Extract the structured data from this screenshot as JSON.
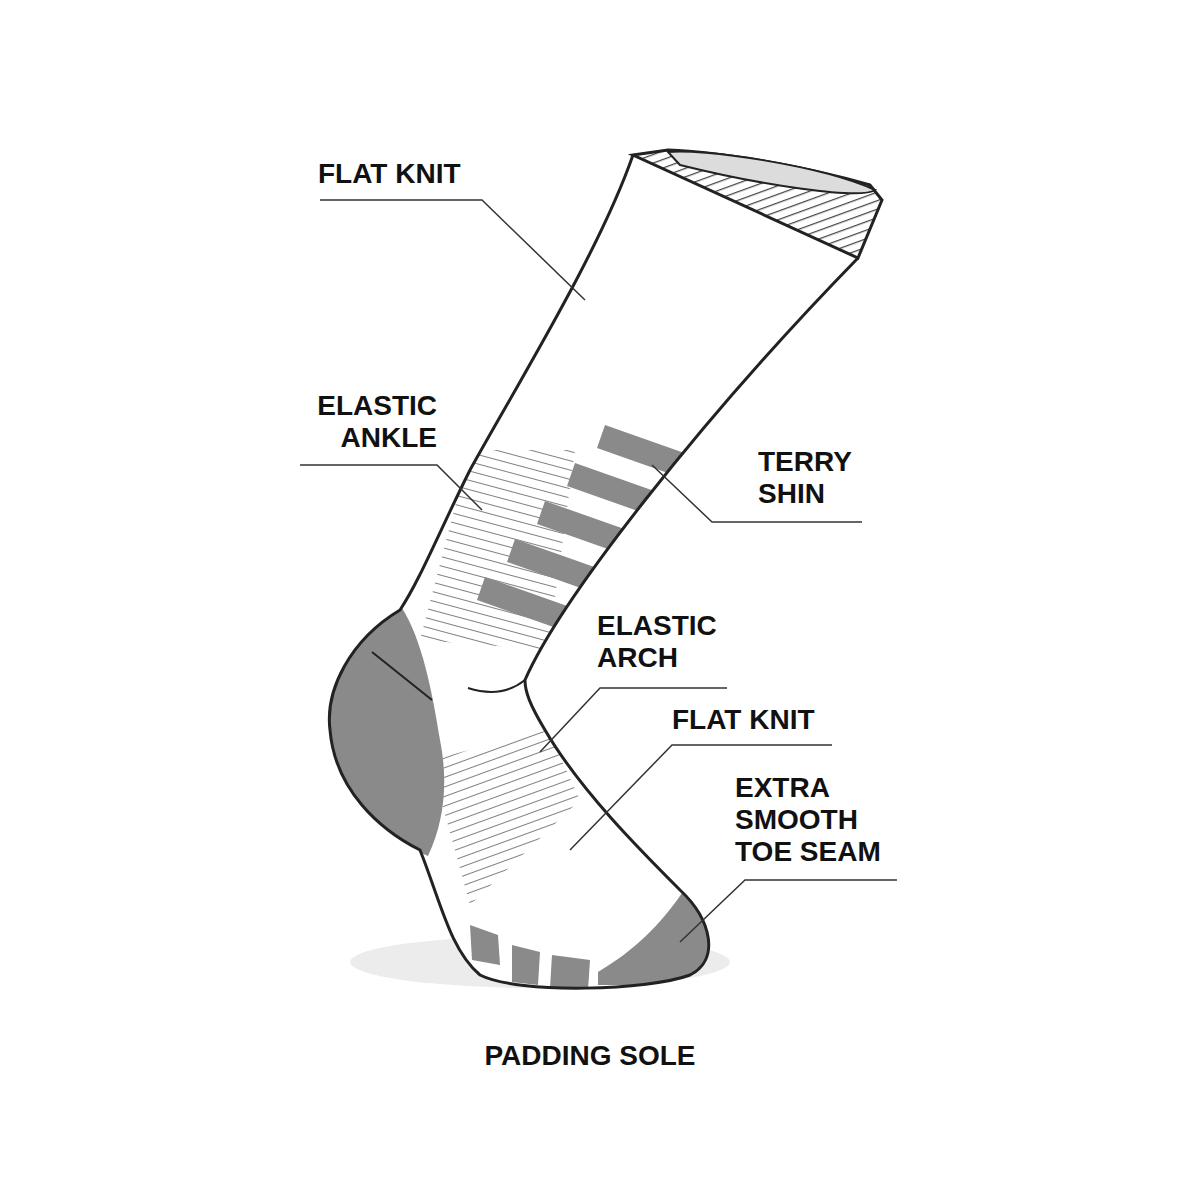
{
  "diagram": {
    "labels": [
      "FLAT KNIT",
      "ELASTIC ANKLE",
      "TERRY SHIN",
      "ELASTIC ARCH",
      "FLAT KNIT",
      "EXTRA SMOOTH TOE SEAM",
      "PADDING SOLE"
    ]
  }
}
